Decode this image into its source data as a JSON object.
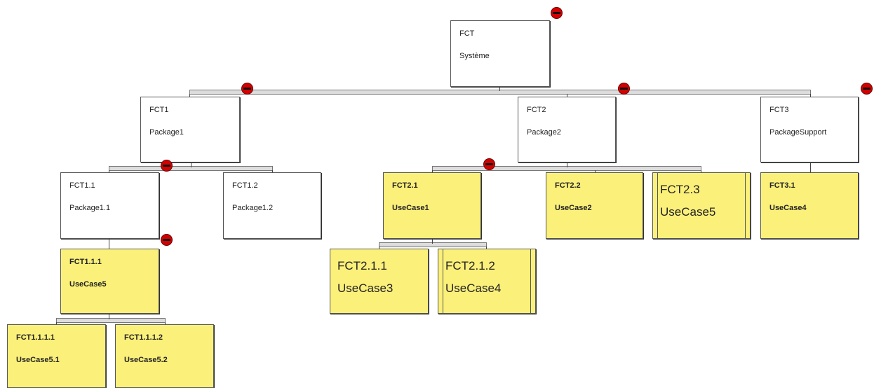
{
  "nodes": [
    {
      "id": "FCT",
      "name": "Système"
    },
    {
      "id": "FCT1",
      "name": "Package1"
    },
    {
      "id": "FCT2",
      "name": "Package2"
    },
    {
      "id": "FCT3",
      "name": "PackageSupport"
    },
    {
      "id": "FCT1.1",
      "name": "Package1.1"
    },
    {
      "id": "FCT1.2",
      "name": "Package1.2"
    },
    {
      "id": "FCT2.1",
      "name": "UseCase1"
    },
    {
      "id": "FCT2.2",
      "name": "UseCase2"
    },
    {
      "id": "FCT2.3",
      "name": "UseCase5"
    },
    {
      "id": "FCT3.1",
      "name": "UseCase4"
    },
    {
      "id": "FCT1.1.1",
      "name": "UseCase5"
    },
    {
      "id": "FCT2.1.1",
      "name": "UseCase3"
    },
    {
      "id": "FCT2.1.2",
      "name": "UseCase4"
    },
    {
      "id": "FCT1.1.1.1",
      "name": "UseCase5.1"
    },
    {
      "id": "FCT1.1.1.2",
      "name": "UseCase5.2"
    }
  ],
  "colors": {
    "package": "#ffffff",
    "use_case": "#fbf07a",
    "collapse_icon": "#d40000"
  },
  "icons": [
    "collapse-icon"
  ]
}
